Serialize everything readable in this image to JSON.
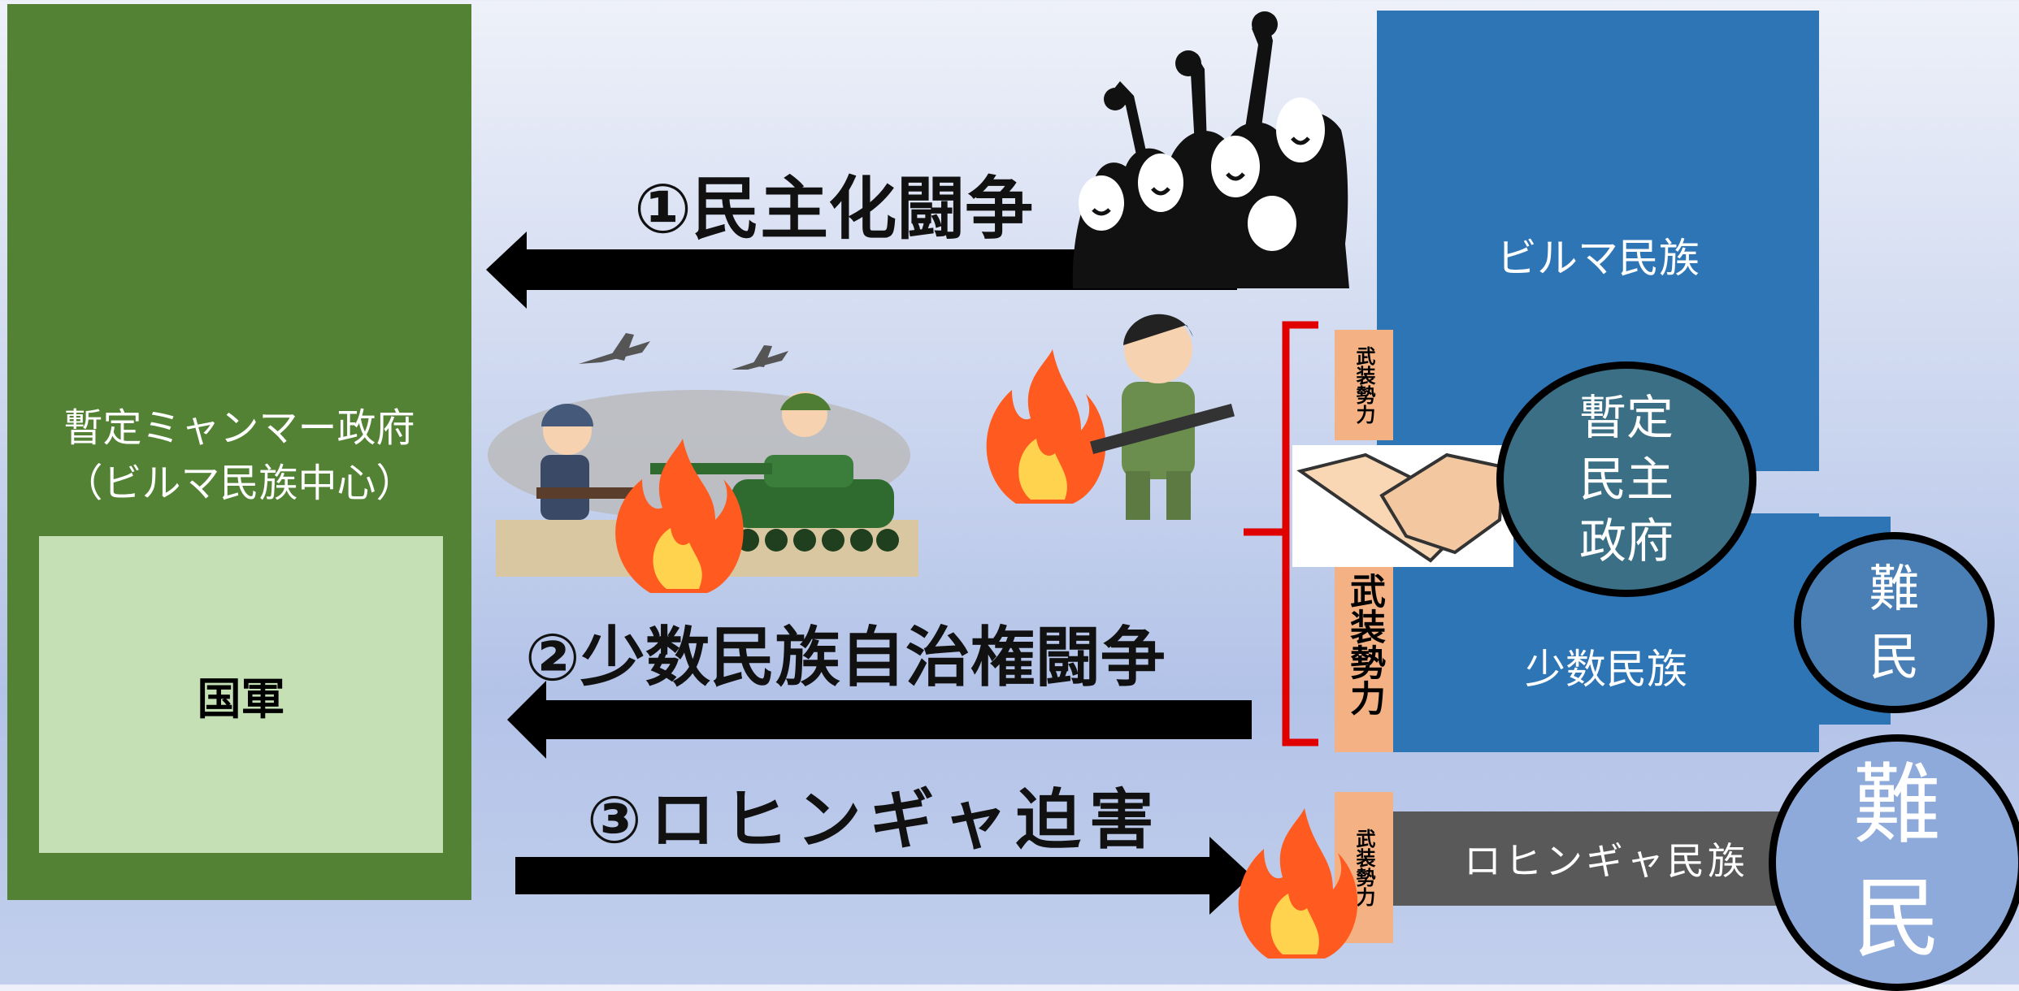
{
  "government": {
    "title_line1": "暫定ミャンマー政府",
    "title_line2": "（ビルマ民族中心）",
    "army_label": "国軍"
  },
  "ethnic_groups": {
    "burma": "ビルマ民族",
    "minority": "少数民族",
    "rohingya": "ロヒンギャ民族"
  },
  "armed_forces": {
    "small_label": "武装勢力",
    "large_label": "武装勢力"
  },
  "interim_gov": {
    "line1": "暫定",
    "line2": "民主",
    "line3": "政府"
  },
  "refugees": {
    "small_line1": "難",
    "small_line2": "民",
    "large_line1": "難",
    "large_line2": "民"
  },
  "struggles": {
    "s1": "①民主化闘争",
    "s2": "②少数民族自治権闘争",
    "s3": "③ロヒンギャ迫害"
  },
  "colors": {
    "government": "#548235",
    "army": "#c5e0b4",
    "ethnic": "#2e75b6",
    "rohingya": "#595959",
    "armed": "#f4b183",
    "bracket": "#e00000"
  },
  "icons": [
    "protest-crowd-icon",
    "fighter-jet-icon",
    "soldier-icon",
    "tank-icon",
    "fire-icon",
    "handshake-icon"
  ]
}
